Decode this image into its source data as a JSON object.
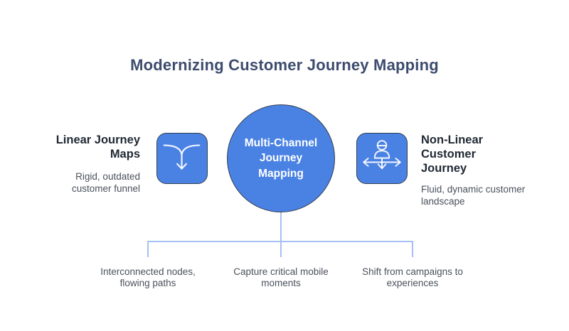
{
  "title": {
    "text": "Modernizing Customer Journey Mapping"
  },
  "colors": {
    "shape_blue": "#4a82e4",
    "shape_border": "#343f4f",
    "connector_blue": "#a5c0f2",
    "title_text": "#3d4c6e",
    "heading_text": "#1f2833",
    "body_text": "#4a515c",
    "circle_text": "#ffffff"
  },
  "left": {
    "heading_lines": [
      "Linear Journey",
      "Maps"
    ],
    "description_lines": [
      "Rigid, outdated",
      "customer funnel"
    ],
    "icon": "merge-down-arrow-icon"
  },
  "center": {
    "lines": [
      "Multi-Channel",
      "Journey",
      "Mapping"
    ]
  },
  "right": {
    "heading_lines": [
      "Non-Linear",
      "Customer",
      "Journey"
    ],
    "description_lines": [
      "Fluid, dynamic customer",
      "landscape"
    ],
    "icon": "person-multidirection-icon"
  },
  "bottom": {
    "labels": [
      {
        "lines": [
          "Interconnected nodes,",
          "flowing paths"
        ]
      },
      {
        "lines": [
          "Capture critical mobile",
          "moments"
        ]
      },
      {
        "lines": [
          "Shift from campaigns to",
          "experiences"
        ]
      }
    ]
  }
}
